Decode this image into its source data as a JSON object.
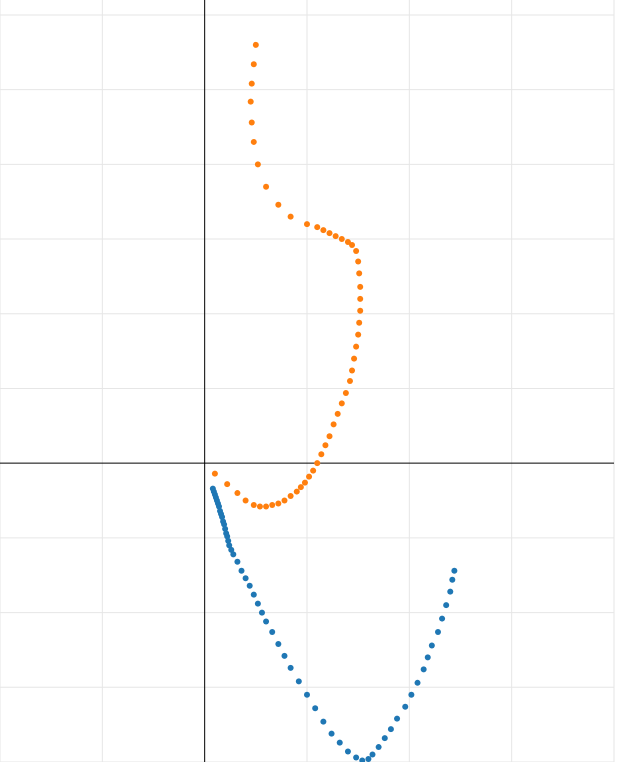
{
  "chart_data": {
    "type": "scatter",
    "title": "",
    "xlabel": "",
    "ylabel": "",
    "grid": true,
    "xlim": [
      -1.0,
      2.0
    ],
    "ylim": [
      -2.0,
      3.1
    ],
    "colors": {
      "series_a": "#1f77b4",
      "series_b": "#ff7f0e",
      "grid": "#e6e6e6",
      "axis": "#000000"
    },
    "series": [
      {
        "color": "#1f77b4",
        "points": [
          {
            "x": 0.04,
            "y": -0.17
          },
          {
            "x": 0.045,
            "y": -0.19
          },
          {
            "x": 0.05,
            "y": -0.21
          },
          {
            "x": 0.055,
            "y": -0.23
          },
          {
            "x": 0.06,
            "y": -0.25
          },
          {
            "x": 0.065,
            "y": -0.27
          },
          {
            "x": 0.07,
            "y": -0.29
          },
          {
            "x": 0.075,
            "y": -0.32
          },
          {
            "x": 0.08,
            "y": -0.34
          },
          {
            "x": 0.085,
            "y": -0.36
          },
          {
            "x": 0.09,
            "y": -0.39
          },
          {
            "x": 0.095,
            "y": -0.41
          },
          {
            "x": 0.1,
            "y": -0.44
          },
          {
            "x": 0.105,
            "y": -0.47
          },
          {
            "x": 0.11,
            "y": -0.49
          },
          {
            "x": 0.115,
            "y": -0.52
          },
          {
            "x": 0.12,
            "y": -0.55
          },
          {
            "x": 0.13,
            "y": -0.58
          },
          {
            "x": 0.14,
            "y": -0.61
          },
          {
            "x": 0.16,
            "y": -0.66
          },
          {
            "x": 0.18,
            "y": -0.72
          },
          {
            "x": 0.2,
            "y": -0.77
          },
          {
            "x": 0.22,
            "y": -0.82
          },
          {
            "x": 0.24,
            "y": -0.88
          },
          {
            "x": 0.26,
            "y": -0.94
          },
          {
            "x": 0.28,
            "y": -1.0
          },
          {
            "x": 0.3,
            "y": -1.06
          },
          {
            "x": 0.33,
            "y": -1.13
          },
          {
            "x": 0.36,
            "y": -1.21
          },
          {
            "x": 0.39,
            "y": -1.29
          },
          {
            "x": 0.42,
            "y": -1.37
          },
          {
            "x": 0.46,
            "y": -1.46
          },
          {
            "x": 0.5,
            "y": -1.55
          },
          {
            "x": 0.54,
            "y": -1.64
          },
          {
            "x": 0.58,
            "y": -1.73
          },
          {
            "x": 0.62,
            "y": -1.81
          },
          {
            "x": 0.66,
            "y": -1.87
          },
          {
            "x": 0.7,
            "y": -1.93
          },
          {
            "x": 0.74,
            "y": -1.97
          },
          {
            "x": 0.77,
            "y": -1.99
          },
          {
            "x": 0.8,
            "y": -1.98
          },
          {
            "x": 0.82,
            "y": -1.95
          },
          {
            "x": 0.85,
            "y": -1.9
          },
          {
            "x": 0.88,
            "y": -1.84
          },
          {
            "x": 0.91,
            "y": -1.78
          },
          {
            "x": 0.94,
            "y": -1.71
          },
          {
            "x": 0.98,
            "y": -1.63
          },
          {
            "x": 1.01,
            "y": -1.55
          },
          {
            "x": 1.04,
            "y": -1.47
          },
          {
            "x": 1.07,
            "y": -1.38
          },
          {
            "x": 1.09,
            "y": -1.3
          },
          {
            "x": 1.11,
            "y": -1.22
          },
          {
            "x": 1.14,
            "y": -1.13
          },
          {
            "x": 1.16,
            "y": -1.04
          },
          {
            "x": 1.18,
            "y": -0.95
          },
          {
            "x": 1.2,
            "y": -0.86
          },
          {
            "x": 1.21,
            "y": -0.78
          },
          {
            "x": 1.22,
            "y": -0.72
          }
        ]
      },
      {
        "color": "#ff7f0e",
        "points": [
          {
            "x": 0.25,
            "y": 2.8
          },
          {
            "x": 0.24,
            "y": 2.67
          },
          {
            "x": 0.23,
            "y": 2.54
          },
          {
            "x": 0.225,
            "y": 2.42
          },
          {
            "x": 0.23,
            "y": 2.28
          },
          {
            "x": 0.24,
            "y": 2.15
          },
          {
            "x": 0.26,
            "y": 2.0
          },
          {
            "x": 0.3,
            "y": 1.85
          },
          {
            "x": 0.36,
            "y": 1.73
          },
          {
            "x": 0.42,
            "y": 1.65
          },
          {
            "x": 0.5,
            "y": 1.6
          },
          {
            "x": 0.55,
            "y": 1.58
          },
          {
            "x": 0.58,
            "y": 1.56
          },
          {
            "x": 0.61,
            "y": 1.54
          },
          {
            "x": 0.64,
            "y": 1.52
          },
          {
            "x": 0.67,
            "y": 1.5
          },
          {
            "x": 0.7,
            "y": 1.48
          },
          {
            "x": 0.72,
            "y": 1.46
          },
          {
            "x": 0.74,
            "y": 1.42
          },
          {
            "x": 0.75,
            "y": 1.35
          },
          {
            "x": 0.755,
            "y": 1.27
          },
          {
            "x": 0.76,
            "y": 1.18
          },
          {
            "x": 0.76,
            "y": 1.1
          },
          {
            "x": 0.76,
            "y": 1.02
          },
          {
            "x": 0.755,
            "y": 0.94
          },
          {
            "x": 0.75,
            "y": 0.86
          },
          {
            "x": 0.74,
            "y": 0.78
          },
          {
            "x": 0.73,
            "y": 0.7
          },
          {
            "x": 0.72,
            "y": 0.62
          },
          {
            "x": 0.71,
            "y": 0.55
          },
          {
            "x": 0.69,
            "y": 0.47
          },
          {
            "x": 0.67,
            "y": 0.4
          },
          {
            "x": 0.65,
            "y": 0.33
          },
          {
            "x": 0.63,
            "y": 0.26
          },
          {
            "x": 0.61,
            "y": 0.18
          },
          {
            "x": 0.59,
            "y": 0.12
          },
          {
            "x": 0.57,
            "y": 0.06
          },
          {
            "x": 0.55,
            "y": 0.0
          },
          {
            "x": 0.53,
            "y": -0.05
          },
          {
            "x": 0.51,
            "y": -0.09
          },
          {
            "x": 0.49,
            "y": -0.13
          },
          {
            "x": 0.47,
            "y": -0.16
          },
          {
            "x": 0.45,
            "y": -0.19
          },
          {
            "x": 0.42,
            "y": -0.22
          },
          {
            "x": 0.39,
            "y": -0.25
          },
          {
            "x": 0.36,
            "y": -0.27
          },
          {
            "x": 0.33,
            "y": -0.28
          },
          {
            "x": 0.3,
            "y": -0.29
          },
          {
            "x": 0.27,
            "y": -0.29
          },
          {
            "x": 0.24,
            "y": -0.28
          },
          {
            "x": 0.2,
            "y": -0.25
          },
          {
            "x": 0.16,
            "y": -0.2
          },
          {
            "x": 0.11,
            "y": -0.14
          },
          {
            "x": 0.05,
            "y": -0.07
          }
        ]
      }
    ]
  }
}
